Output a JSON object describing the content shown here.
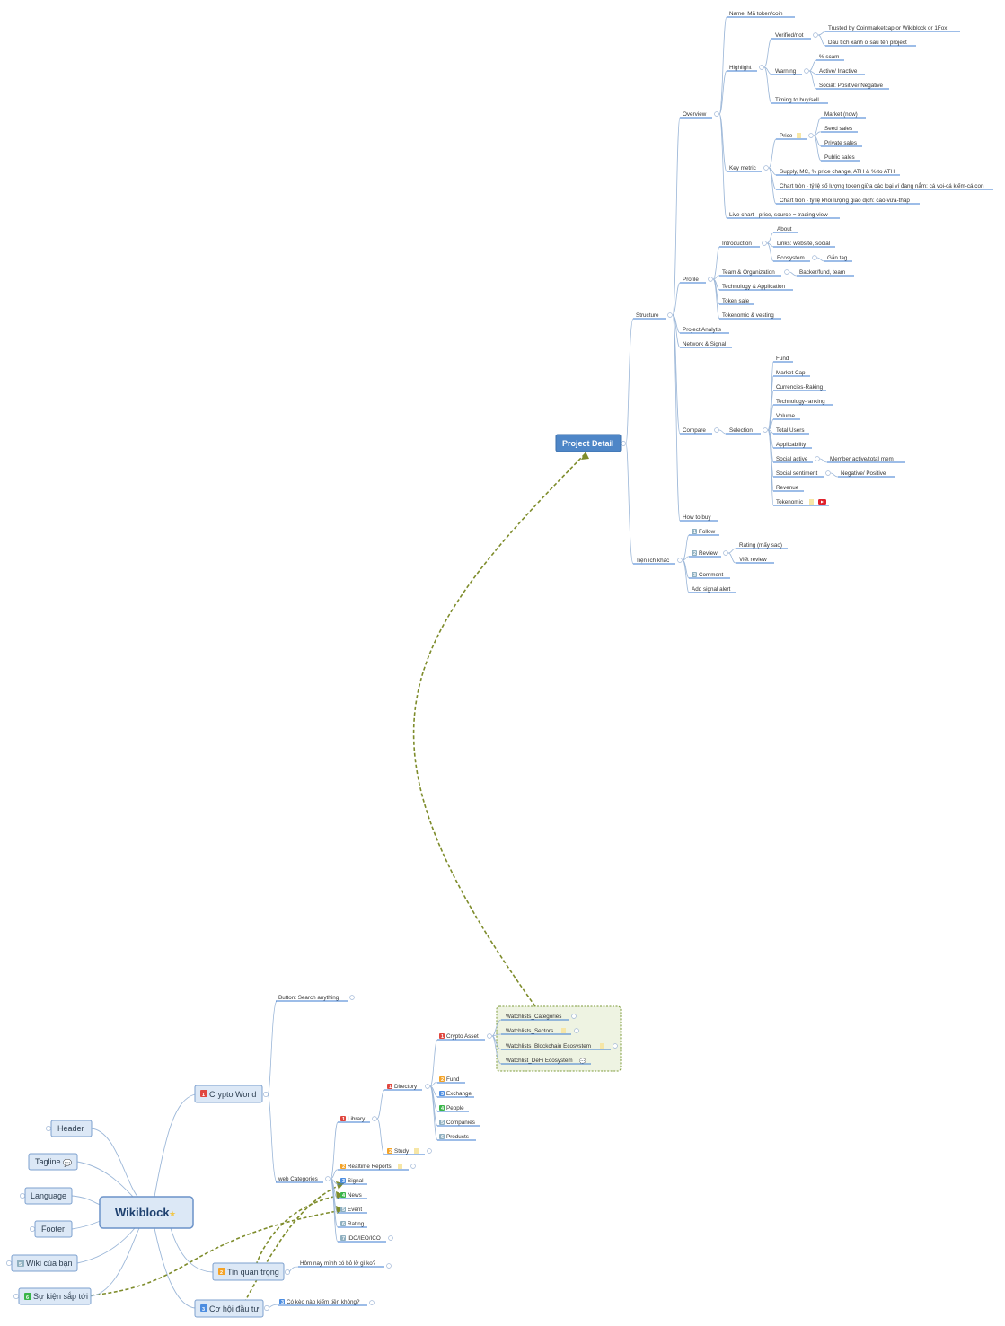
{
  "root": {
    "label": "Wikiblock"
  },
  "left_topics": [
    "Header",
    "Tagline",
    "Language",
    "Footer",
    "Wiki của bạn",
    "Sự kiện sắp tới"
  ],
  "left_badges": {
    "wiki": "5",
    "event": "6"
  },
  "crypto_world": {
    "label": "Crypto World",
    "badge": "1"
  },
  "tin_quan_trong": {
    "label": "Tin quan trọng",
    "badge": "2",
    "child": "Hôm nay mình có bỏ lỡ gì ko?"
  },
  "co_hoi": {
    "label": "Cơ hội đầu tư",
    "badge": "3",
    "child": "Có kèo nào kiếm tiền không?",
    "child_badge": "3"
  },
  "button_search": "Button: Search anything",
  "web_categories": {
    "label": "web Categories",
    "items": [
      {
        "badge": "1",
        "label": "Library"
      },
      {
        "badge": "2",
        "label": "Realtime Reports"
      },
      {
        "badge": "3",
        "label": "Signal"
      },
      {
        "badge": "4",
        "label": "News"
      },
      {
        "badge": "5",
        "label": "Event"
      },
      {
        "badge": "6",
        "label": "Rating"
      },
      {
        "badge": "7",
        "label": "IDO/IEO/ICO"
      }
    ]
  },
  "library": {
    "directory": {
      "badge": "1",
      "label": "Directory"
    },
    "study": {
      "badge": "2",
      "label": "Study"
    }
  },
  "directory_items": [
    {
      "badge": "1",
      "label": "Crypto Asset"
    },
    {
      "badge": "2",
      "label": "Fund"
    },
    {
      "badge": "3",
      "label": "Exchange"
    },
    {
      "badge": "4",
      "label": "People"
    },
    {
      "badge": "5",
      "label": "Companies"
    },
    {
      "badge": "6",
      "label": "Products"
    }
  ],
  "watchlists": [
    "Watchlists_Categories",
    "Watchlists_Sectors",
    "Watchlists_Blockchain Ecosystem",
    "Watchlist_DeFi Ecosystem"
  ],
  "project_detail": {
    "label": "Project Detail"
  },
  "structure": {
    "label": "Structure",
    "overview": {
      "label": "Overview",
      "name": "Name, Mã token/coin",
      "highlight": "Highlight",
      "verified": "Verified/not",
      "verified_children": [
        "Trusted by Coinmarketcap or Wikiblock or 1Fox",
        "Dấu tích xanh ở sau tên project"
      ],
      "warning": "Warning",
      "scam": "% scam",
      "warning_children": [
        "Active/ Inactive",
        "Social: Positive/ Negative"
      ],
      "timing": "Timing to buy/sell",
      "key_metric": "Key metric",
      "price": "Price",
      "price_children": [
        "Market (now)",
        "Seed sales",
        "Private sales",
        "Public sales"
      ],
      "metric_children": [
        "Supply, MC, % price change, ATH & % to ATH",
        "Chart tròn - tỷ lệ số lượng token giữa các loại ví đang nắm: cá voi-cá kiếm-cá con",
        "Chart tròn - tỷ lệ khối lượng giao dịch: cao-vừa-thấp"
      ],
      "live_chart": "Live chart - price, source = trading view"
    },
    "profile": {
      "label": "Profile",
      "introduction": "Introduction",
      "intro_children": [
        "About",
        "Links: website, social",
        "Ecosystem"
      ],
      "gan_tag": "Gắn tag",
      "team": "Team & Organization",
      "backer": "Backer/fund, team",
      "others": [
        "Technology & Application",
        "Token sale",
        "Tokenomic & vesting"
      ]
    },
    "project_analytis": "Project Analytis",
    "network": "Network & Signal",
    "compare": {
      "label": "Compare",
      "selection": "Selection",
      "items": [
        "Fund",
        "Market Cap",
        "Currencies-Raking",
        "Technology-ranking",
        "Volume",
        "Total Users",
        "Applicability",
        "Social active",
        "Social sentiment",
        "Revenue",
        "Tokenomic"
      ],
      "social_active_child": "Member active/total mem",
      "sentiment_child": "Negative/ Positive"
    },
    "how_to_buy": "How to buy"
  },
  "tien_ich": {
    "label": "Tiện ích khác",
    "follow": {
      "badge": "1",
      "label": "Follow"
    },
    "review": {
      "badge": "2",
      "label": "Review"
    },
    "review_children": [
      "Rating (mấy sao)",
      "Viết review"
    ],
    "comment": {
      "badge": "3",
      "label": "Comment"
    },
    "signal": "Add signal alert"
  },
  "colors": {
    "underline": "#3b7bd0",
    "connector": "#9cb7d8",
    "relation": "#7e8c2b",
    "project_detail": "#4e86c7",
    "badge_red": "#e0473f",
    "badge_orange": "#f4a328",
    "badge_blue": "#4d8de0",
    "badge_green": "#3ab54a",
    "badge_grey": "#8fb0c0"
  }
}
